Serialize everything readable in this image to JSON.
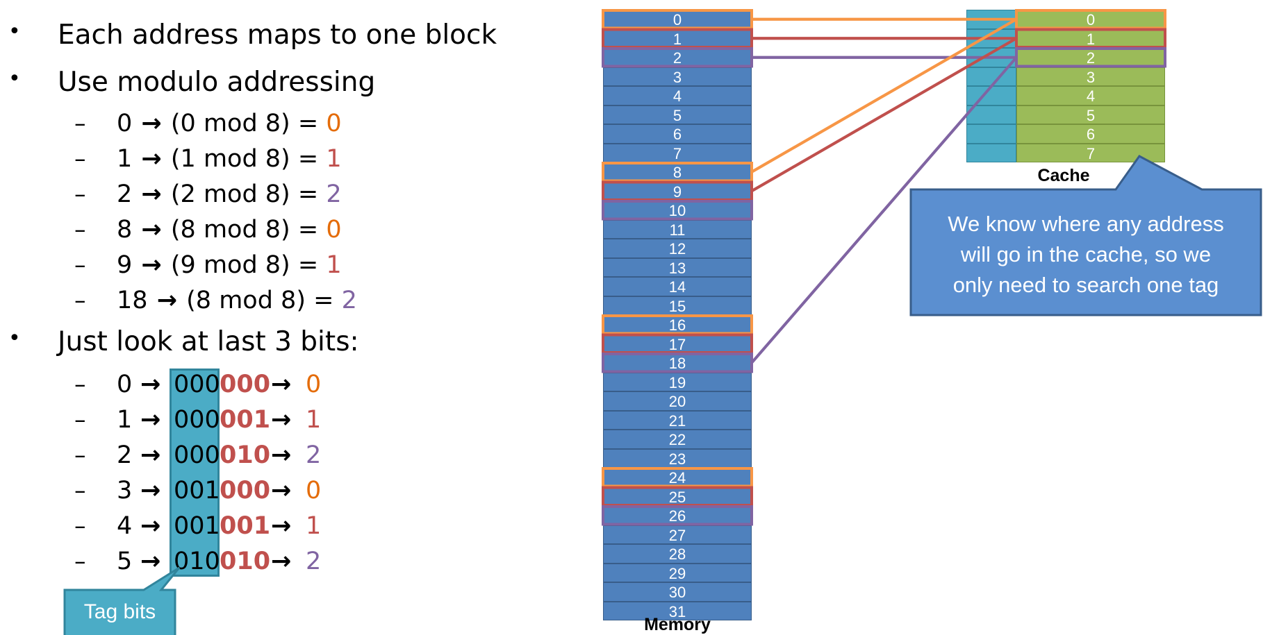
{
  "colors": {
    "memory_fill": "#4f81bd",
    "cache_fill": "#9bbb59",
    "tag_fill": "#4bacc6",
    "callout_fill": "#5b8fd0",
    "orange": "#f79646",
    "red": "#c0504d",
    "purple": "#8064a2"
  },
  "bullets": [
    "Each address maps to one block",
    "Use modulo addressing",
    "Just look at last 3 bits:"
  ],
  "modulo_rows": [
    {
      "addr": "0",
      "expr": "(0 mod 8) =",
      "result": "0",
      "color": "#e46c0a"
    },
    {
      "addr": "1",
      "expr": "(1 mod 8) =",
      "result": "1",
      "color": "#c0504d"
    },
    {
      "addr": "2",
      "expr": "(2 mod 8) =",
      "result": "2",
      "color": "#8064a2"
    },
    {
      "addr": "8",
      "expr": "(8 mod 8) =",
      "result": "0",
      "color": "#e46c0a"
    },
    {
      "addr": "9",
      "expr": "(9 mod 8) =",
      "result": "1",
      "color": "#c0504d"
    },
    {
      "addr": "18",
      "expr": "(8 mod 8) =",
      "result": "2",
      "color": "#8064a2"
    }
  ],
  "bits_rows": [
    {
      "addr": "0",
      "tag": "000",
      "index": "000",
      "result": "0",
      "color": "#e46c0a"
    },
    {
      "addr": "1",
      "tag": "000",
      "index": "001",
      "result": "1",
      "color": "#c0504d"
    },
    {
      "addr": "2",
      "tag": "000",
      "index": "010",
      "result": "2",
      "color": "#8064a2"
    },
    {
      "addr": "3",
      "tag": "001",
      "index": "000",
      "result": "0",
      "color": "#e46c0a"
    },
    {
      "addr": "4",
      "tag": "001",
      "index": "001",
      "result": "1",
      "color": "#c0504d"
    },
    {
      "addr": "5",
      "tag": "010",
      "index": "010",
      "result": "2",
      "color": "#8064a2"
    }
  ],
  "arrow_symbol": "→",
  "dash_symbol": "–",
  "bullet_symbol": "•",
  "tag_callout": "Tag bits",
  "memory": {
    "label": "Memory",
    "cells": [
      "0",
      "1",
      "2",
      "3",
      "4",
      "5",
      "6",
      "7",
      "8",
      "9",
      "10",
      "11",
      "12",
      "13",
      "14",
      "15",
      "16",
      "17",
      "18",
      "19",
      "20",
      "21",
      "22",
      "23",
      "24",
      "25",
      "26",
      "27",
      "28",
      "29",
      "30",
      "31"
    ]
  },
  "cache": {
    "label": "Cache",
    "cells": [
      "0",
      "1",
      "2",
      "3",
      "4",
      "5",
      "6",
      "7"
    ]
  },
  "cache_callout": [
    "We know where any address",
    "will go in the cache, so we",
    "only need to search one tag"
  ],
  "highlight_groups": [
    {
      "color": "#f79646",
      "memory_index": [
        0,
        8,
        16,
        24
      ],
      "cache_index": 0
    },
    {
      "color": "#c0504d",
      "memory_index": [
        1,
        9,
        17,
        25
      ],
      "cache_index": 1
    },
    {
      "color": "#8064a2",
      "memory_index": [
        2,
        10,
        18,
        26
      ],
      "cache_index": 2
    }
  ],
  "connections": [
    {
      "color": "#f79646",
      "from": 0,
      "to": 0
    },
    {
      "color": "#c0504d",
      "from": 1,
      "to": 1
    },
    {
      "color": "#8064a2",
      "from": 2,
      "to": 2
    },
    {
      "color": "#f79646",
      "from": 8,
      "to": 0
    },
    {
      "color": "#c0504d",
      "from": 9,
      "to": 1
    },
    {
      "color": "#8064a2",
      "from": 18,
      "to": 2
    }
  ]
}
